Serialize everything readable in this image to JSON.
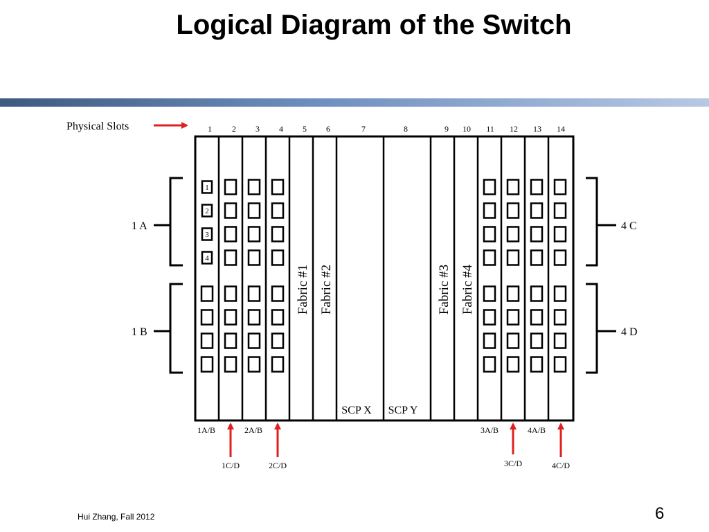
{
  "slide": {
    "title": "Logical Diagram of the Switch",
    "footer": "Hui Zhang, Fall 2012",
    "page_number": "6"
  },
  "diagram": {
    "physical_slots_label": "Physical Slots",
    "slot_numbers": [
      "1",
      "2",
      "3",
      "4",
      "5",
      "6",
      "7",
      "8",
      "9",
      "10",
      "11",
      "12",
      "13",
      "14"
    ],
    "port_numbers": [
      "1",
      "2",
      "3",
      "4"
    ],
    "fabric_labels": [
      "Fabric #1",
      "Fabric #2",
      "Fabric #3",
      "Fabric #4"
    ],
    "scp_labels": [
      "SCP X",
      "SCP Y"
    ],
    "group_labels": {
      "left_top": "1 A",
      "left_bottom": "1 B",
      "right_top": "4 C",
      "right_bottom": "4 D"
    },
    "bottom_labels": [
      "1A/B",
      "2A/B",
      "3A/B",
      "4A/B"
    ],
    "arrow_labels": [
      "1C/D",
      "2C/D",
      "3C/D",
      "4C/D"
    ],
    "colors": {
      "arrow": "#e02020",
      "line": "#000000"
    }
  }
}
